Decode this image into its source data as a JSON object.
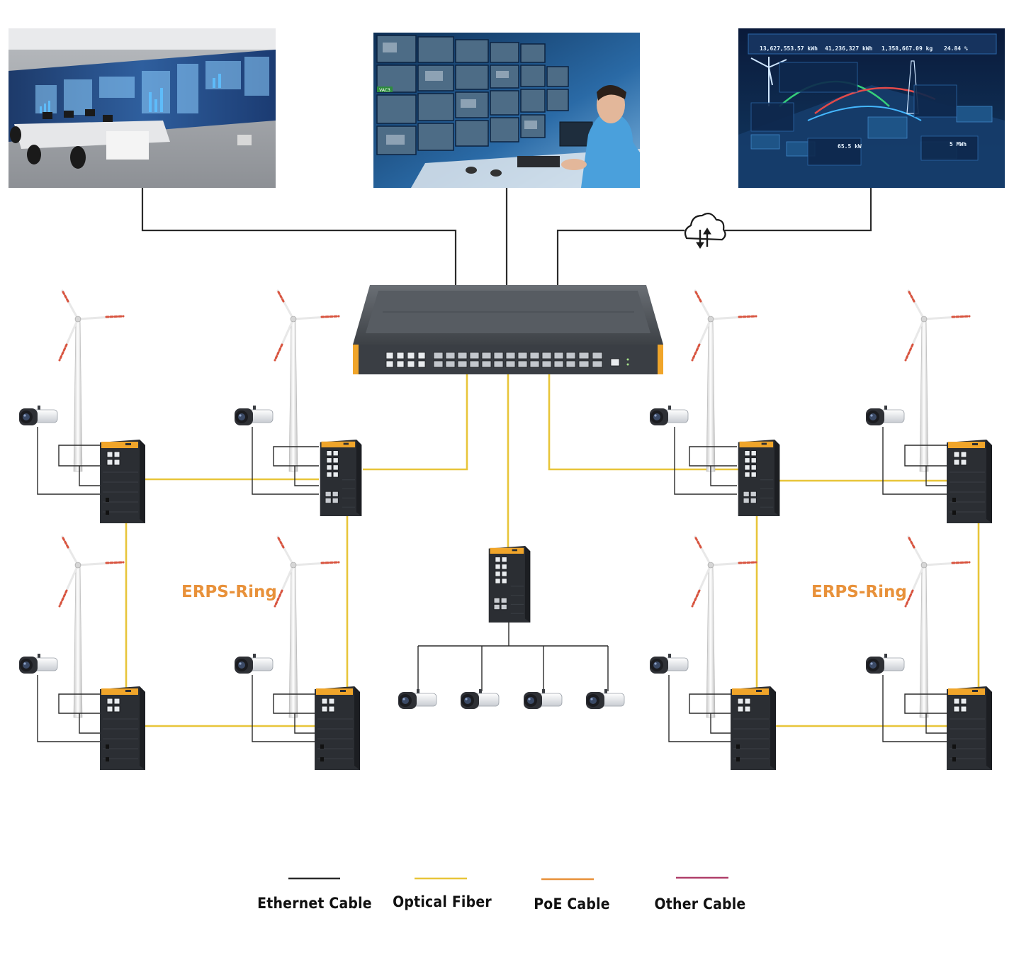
{
  "colors": {
    "ethernet": "#2b2b2b",
    "fiber": "#e8c53a",
    "poe": "#e8913a",
    "other": "#b0406a",
    "ring_label": "#e8913a",
    "switch_accent": "#f0a52a"
  },
  "panels": {
    "control_room": {
      "icon": "control-room-photo"
    },
    "video_wall": {
      "icon": "video-surveillance-photo",
      "camera_tag": "VAC3"
    },
    "dashboard": {
      "icon": "energy-dashboard-photo",
      "stats": [
        "13,627,553.57 kWh",
        "41,236,327 kWh",
        "1,358,667.09 kg",
        "24.84 %"
      ],
      "readouts": [
        "65.5 kW",
        "5 MWh"
      ]
    }
  },
  "cloud": {
    "icon": "cloud-upload-download-icon"
  },
  "rings": {
    "left_label": "ERPS-Ring",
    "right_label": "ERPS-Ring"
  },
  "legend": {
    "ethernet_label": "Ethernet Cable",
    "fiber_label": "Optical Fiber",
    "poe_label": "PoE Cable",
    "other_label": "Other Cable"
  }
}
